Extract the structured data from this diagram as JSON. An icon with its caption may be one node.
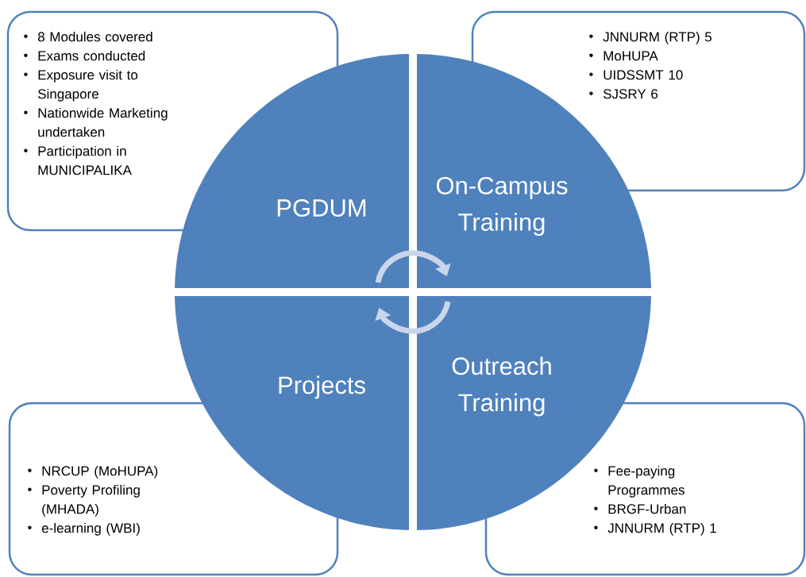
{
  "diagram": {
    "nodes": [
      {
        "text": [
          "8 Modules covered",
          "Exams conducted",
          "Exposure visit to Singapore",
          "Nationwide Marketing undertaken",
          "Participation in MUNICIPALIKA"
        ]
      },
      {
        "text": [
          "JNNURM (RTP) 5",
          "MoHUPA",
          "UIDSSMT 10",
          "SJSRY 6"
        ]
      },
      {
        "text": [
          "PGDUM"
        ]
      },
      {
        "text": [
          "On-Campus Training"
        ]
      },
      {
        "text": [
          "Projects"
        ]
      },
      {
        "text": [
          "Outreach Training"
        ]
      },
      {
        "text": [
          "NRCUP (MoHUPA)",
          "Poverty Profiling (MHADA)",
          "e-learning (WBI)"
        ]
      },
      {
        "text": [
          "Fee-paying Programmes",
          "BRGF-Urban",
          "JNNURM (RTP) 1"
        ]
      }
    ],
    "edges": [
      {
        "from": 2,
        "to": 3,
        "arrow": "to"
      },
      {
        "from": 5,
        "to": 4,
        "arrow": "to"
      }
    ]
  }
}
